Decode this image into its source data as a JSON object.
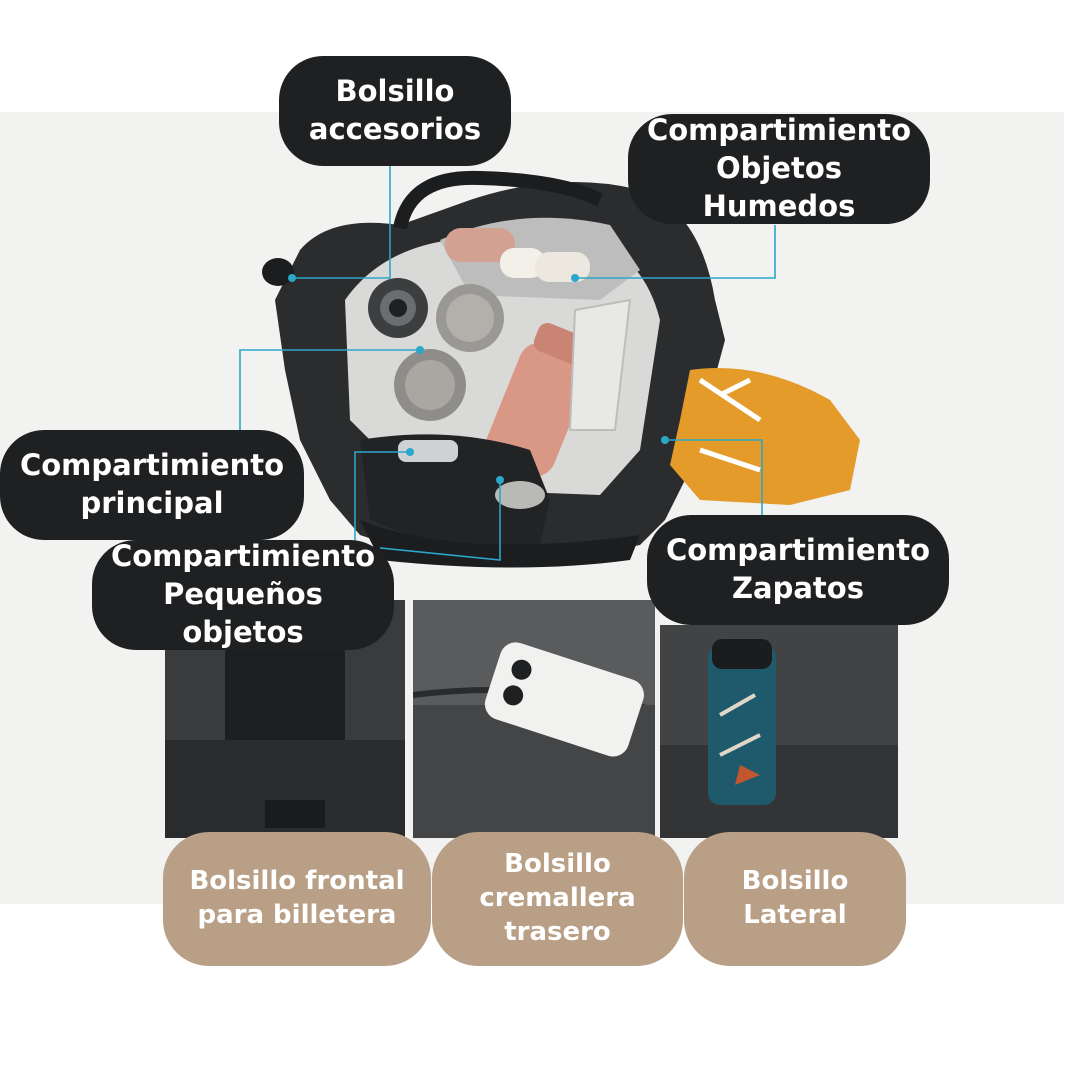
{
  "colors": {
    "label_dark": "#1f2022",
    "label_tan": "#b89f86",
    "leader_line": "#2aa7c9",
    "bag": "#2b2c2e",
    "background": "#f2f2f1"
  },
  "callouts": {
    "accesorios": "Bolsillo\naccesorios",
    "humedos": "Compartimiento\nObjetos Humedos",
    "principal": "Compartimiento\nprincipal",
    "pequenos": "Compartimiento\nPequeños objetos",
    "zapatos": "Compartimiento\nZapatos"
  },
  "detail_panels": {
    "frontal": "Bolsillo frontal\npara billetera",
    "cremallera": "Bolsillo\ncremallera\ntrasero",
    "lateral": "Bolsillo Lateral"
  }
}
